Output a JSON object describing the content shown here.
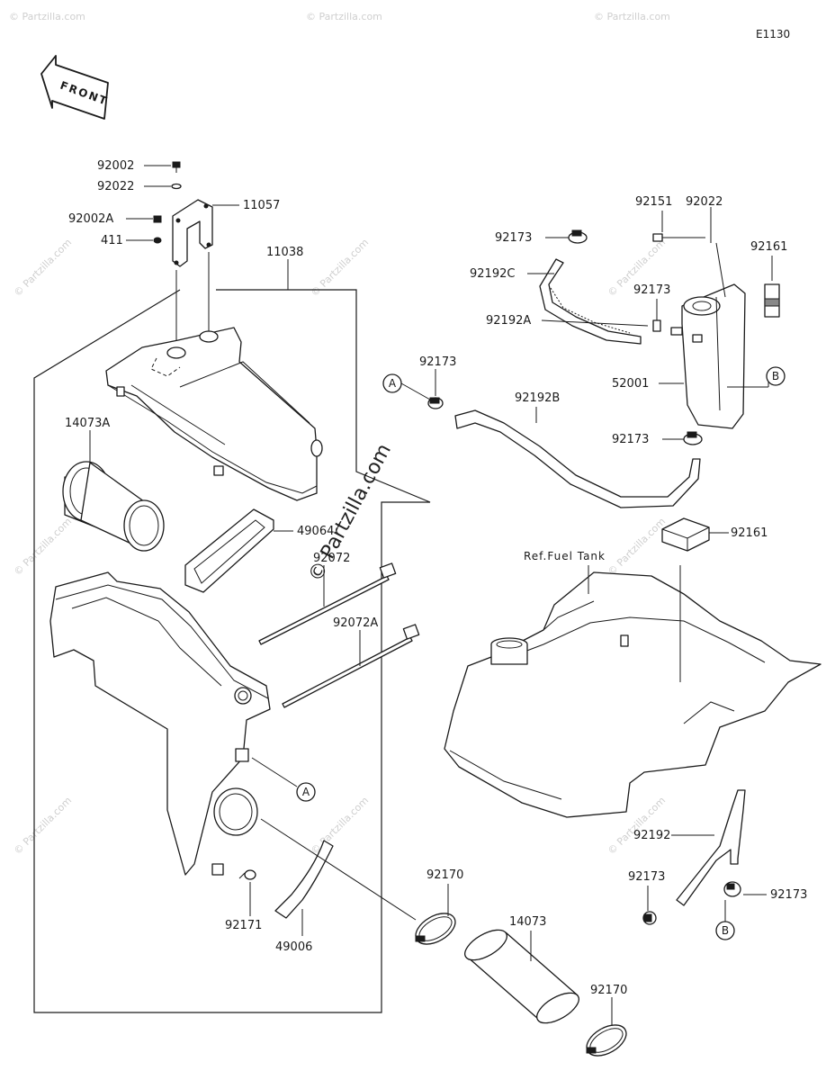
{
  "diagram_code": "E1130",
  "front_label": "FRONT",
  "watermark": "© Partzilla.com",
  "reference_label": "Ref.Fuel Tank",
  "callouts": [
    "A",
    "B"
  ],
  "part_labels": {
    "p92002": "92002",
    "p92022a": "92022",
    "p92002A": "92002A",
    "p411": "411",
    "p11057": "11057",
    "p11038": "11038",
    "p14073A": "14073A",
    "p49064": "49064",
    "p92072": "92072",
    "p92072A": "92072A",
    "p92171": "92171",
    "p49006": "49006",
    "p92170a": "92170",
    "p14073": "14073",
    "p92170b": "92170",
    "p92173a": "92173",
    "p92192C": "92192C",
    "p92192A": "92192A",
    "p92151": "92151",
    "p92022b": "92022",
    "p92161a": "92161",
    "p92173b": "92173",
    "p52001": "52001",
    "p92173c": "92173",
    "p92192B": "92192B",
    "p92173d": "92173",
    "p92161b": "92161",
    "p92192": "92192",
    "p92173e": "92173",
    "p92173f": "92173"
  }
}
